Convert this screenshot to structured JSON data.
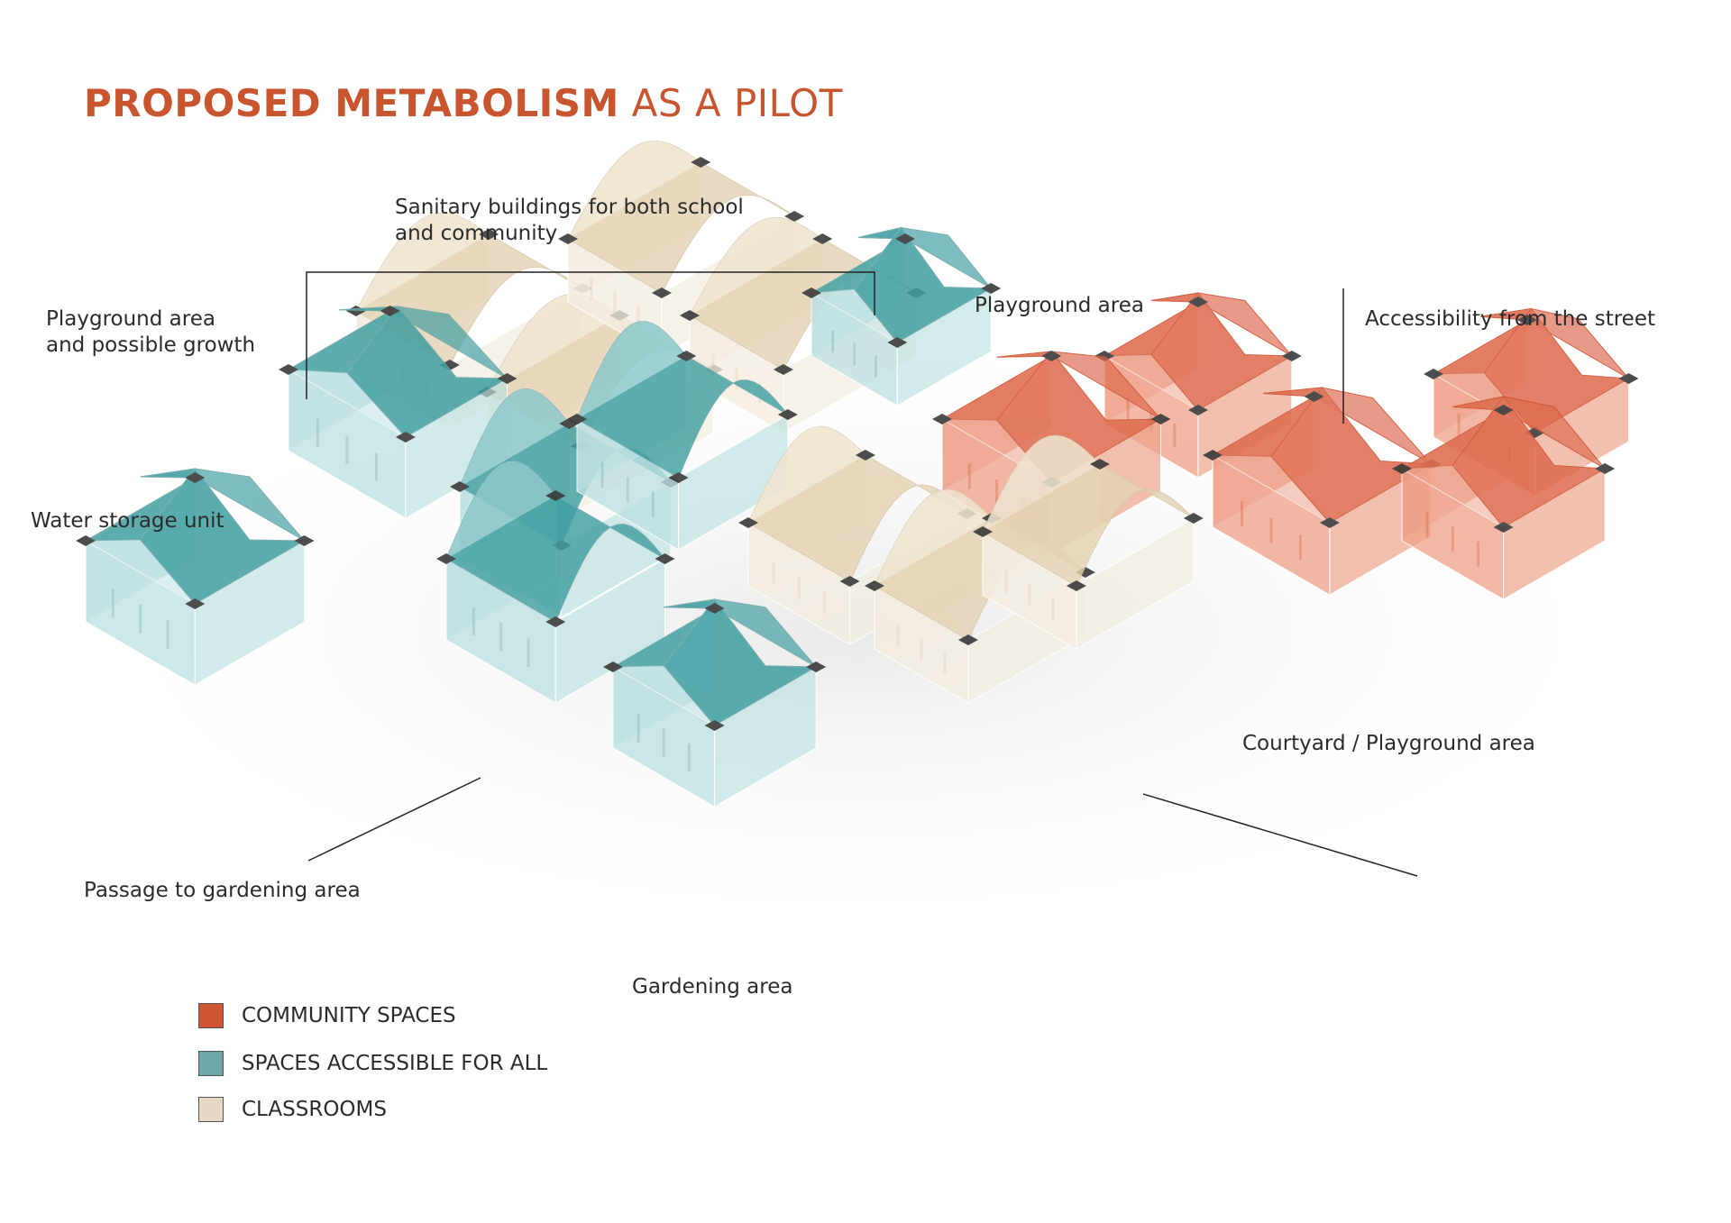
{
  "title": {
    "bold": "PROPOSED METABOLISM",
    "light": "AS A PILOT"
  },
  "colors": {
    "title": "#c9552e",
    "community": "#cf5434",
    "accessible": "#6fa7a8",
    "classrooms": "#e6d8c2",
    "community_roof": "#dd6a4d",
    "community_wall": "#eea18a",
    "accessible_roof": "#3f9ea1",
    "accessible_wall": "#bde1e2",
    "classroom_roof": "#e4d3b3",
    "classroom_wall": "#f3ece0",
    "pillar": "#3a3a3a"
  },
  "labels": {
    "sanitary": "Sanitary buildings for both school\nand community",
    "playground_growth": "Playground area\nand possible growth",
    "playground": "Playground area",
    "accessibility": "Accessibility from the street",
    "water_storage": "Water storage unit",
    "courtyard": "Courtyard / Playground area",
    "passage": "Passage to gardening area",
    "gardening": "Gardening area"
  },
  "legend": [
    {
      "label": "COMMUNITY SPACES",
      "color": "#cf5434"
    },
    {
      "label": "SPACES ACCESSIBLE FOR ALL",
      "color": "#6fa7a8"
    },
    {
      "label": "CLASSROOMS",
      "color": "#e6d8c2"
    }
  ]
}
